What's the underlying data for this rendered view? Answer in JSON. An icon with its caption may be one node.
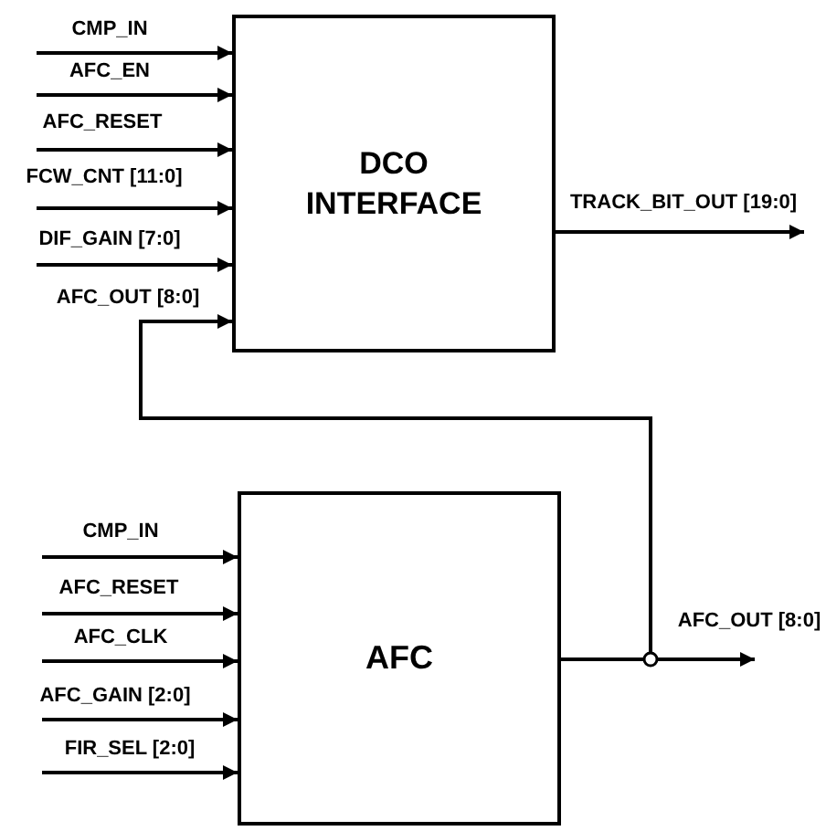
{
  "diagram": {
    "nodes": [
      {
        "text": [
          "DCO INTERFACE"
        ]
      },
      {
        "text": [
          "AFC"
        ]
      }
    ],
    "edges": [
      {
        "from": null,
        "to": 0,
        "arrow": "to",
        "label": "CMP_IN"
      },
      {
        "from": null,
        "to": 0,
        "arrow": "to",
        "label": "AFC_EN"
      },
      {
        "from": null,
        "to": 0,
        "arrow": "to",
        "label": "AFC_RESET"
      },
      {
        "from": null,
        "to": 0,
        "arrow": "to",
        "label": "FCW_CNT [11:0]"
      },
      {
        "from": null,
        "to": 0,
        "arrow": "to",
        "label": "DIF_GAIN [7:0]"
      },
      {
        "from": 1,
        "to": 0,
        "arrow": "to",
        "label": "AFC_OUT [8:0]"
      },
      {
        "from": 0,
        "to": null,
        "arrow": "to",
        "label": "TRACK_BIT_OUT [19:0]"
      },
      {
        "from": null,
        "to": 1,
        "arrow": "to",
        "label": "CMP_IN"
      },
      {
        "from": null,
        "to": 1,
        "arrow": "to",
        "label": "AFC_RESET"
      },
      {
        "from": null,
        "to": 1,
        "arrow": "to",
        "label": "AFC_CLK"
      },
      {
        "from": null,
        "to": 1,
        "arrow": "to",
        "label": "AFC_GAIN [2:0]"
      },
      {
        "from": null,
        "to": 1,
        "arrow": "to",
        "label": "FIR_SEL [2:0]"
      },
      {
        "from": 1,
        "to": null,
        "arrow": "to",
        "label": "AFC_OUT [8:0]"
      }
    ]
  }
}
